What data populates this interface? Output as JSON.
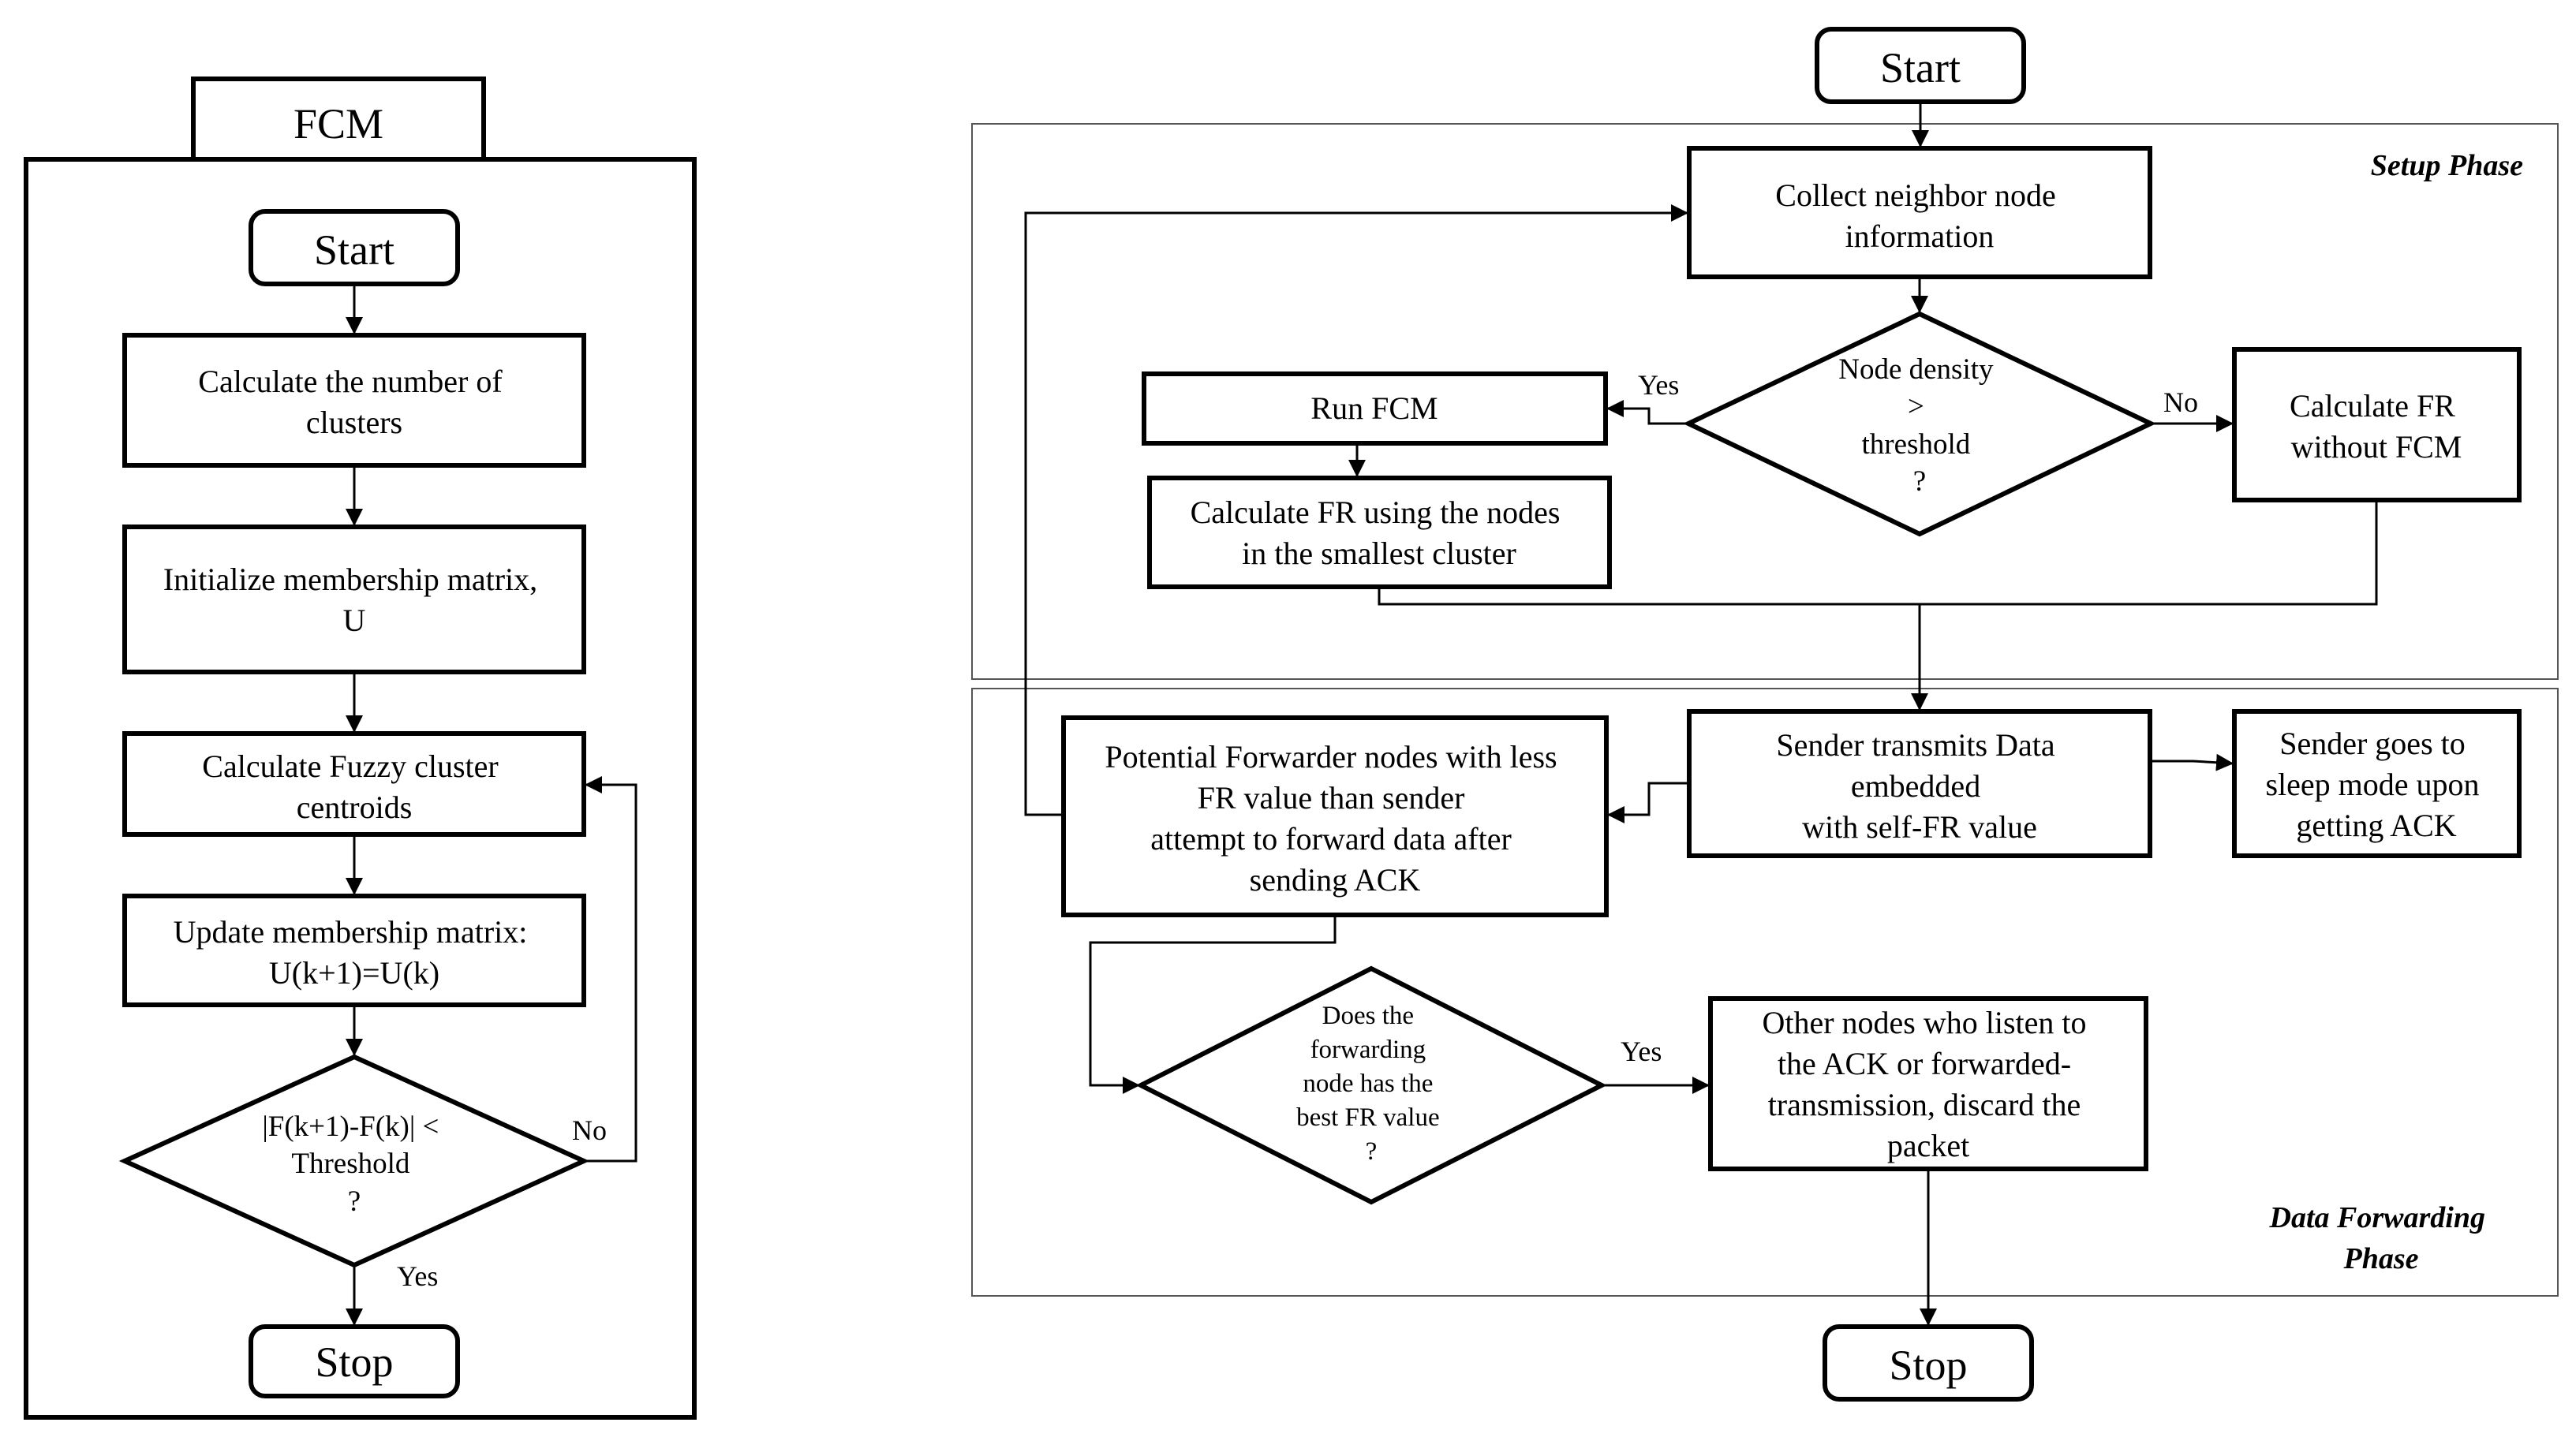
{
  "fcm": {
    "title": "FCM",
    "start": "Start",
    "step1": [
      "Calculate the number of",
      "clusters"
    ],
    "step2": [
      "Initialize membership matrix,",
      "U"
    ],
    "step3": [
      "Calculate Fuzzy cluster",
      "centroids"
    ],
    "step4": [
      "Update membership matrix:",
      "U(k+1)=U(k)"
    ],
    "decision": [
      "|F(k+1)-F(k)| <",
      "Threshold",
      "?"
    ],
    "no_label": "No",
    "yes_label": "Yes",
    "stop": "Stop"
  },
  "main": {
    "start": "Start",
    "setup_phase_label": "Setup Phase",
    "data_phase_label": [
      "Data Forwarding",
      "Phase"
    ],
    "collect": [
      "Collect neighbor node",
      "information"
    ],
    "density": [
      "Node density",
      ">",
      "threshold",
      "?"
    ],
    "yes1": "Yes",
    "no1": "No",
    "run_fcm": "Run FCM",
    "calc_fr_nodes": [
      "Calculate FR using the nodes",
      "in the smallest cluster"
    ],
    "calc_fr_no_fcm": [
      "Calculate FR",
      "without FCM"
    ],
    "sender_transmits": [
      "Sender transmits Data",
      "embedded",
      "with self-FR value"
    ],
    "sender_sleep": [
      "Sender goes to",
      "sleep mode upon",
      "getting ACK"
    ],
    "potential": [
      "Potential Forwarder nodes with less",
      "FR value than sender",
      "attempt to forward data after",
      "sending ACK"
    ],
    "best_fr": [
      "Does the",
      "forwarding",
      "node has the",
      "best FR value",
      "?"
    ],
    "yes2": "Yes",
    "other_nodes": [
      "Other nodes who listen to",
      "the ACK or forwarded-",
      "transmission, discard the",
      "packet"
    ],
    "stop": "Stop"
  }
}
